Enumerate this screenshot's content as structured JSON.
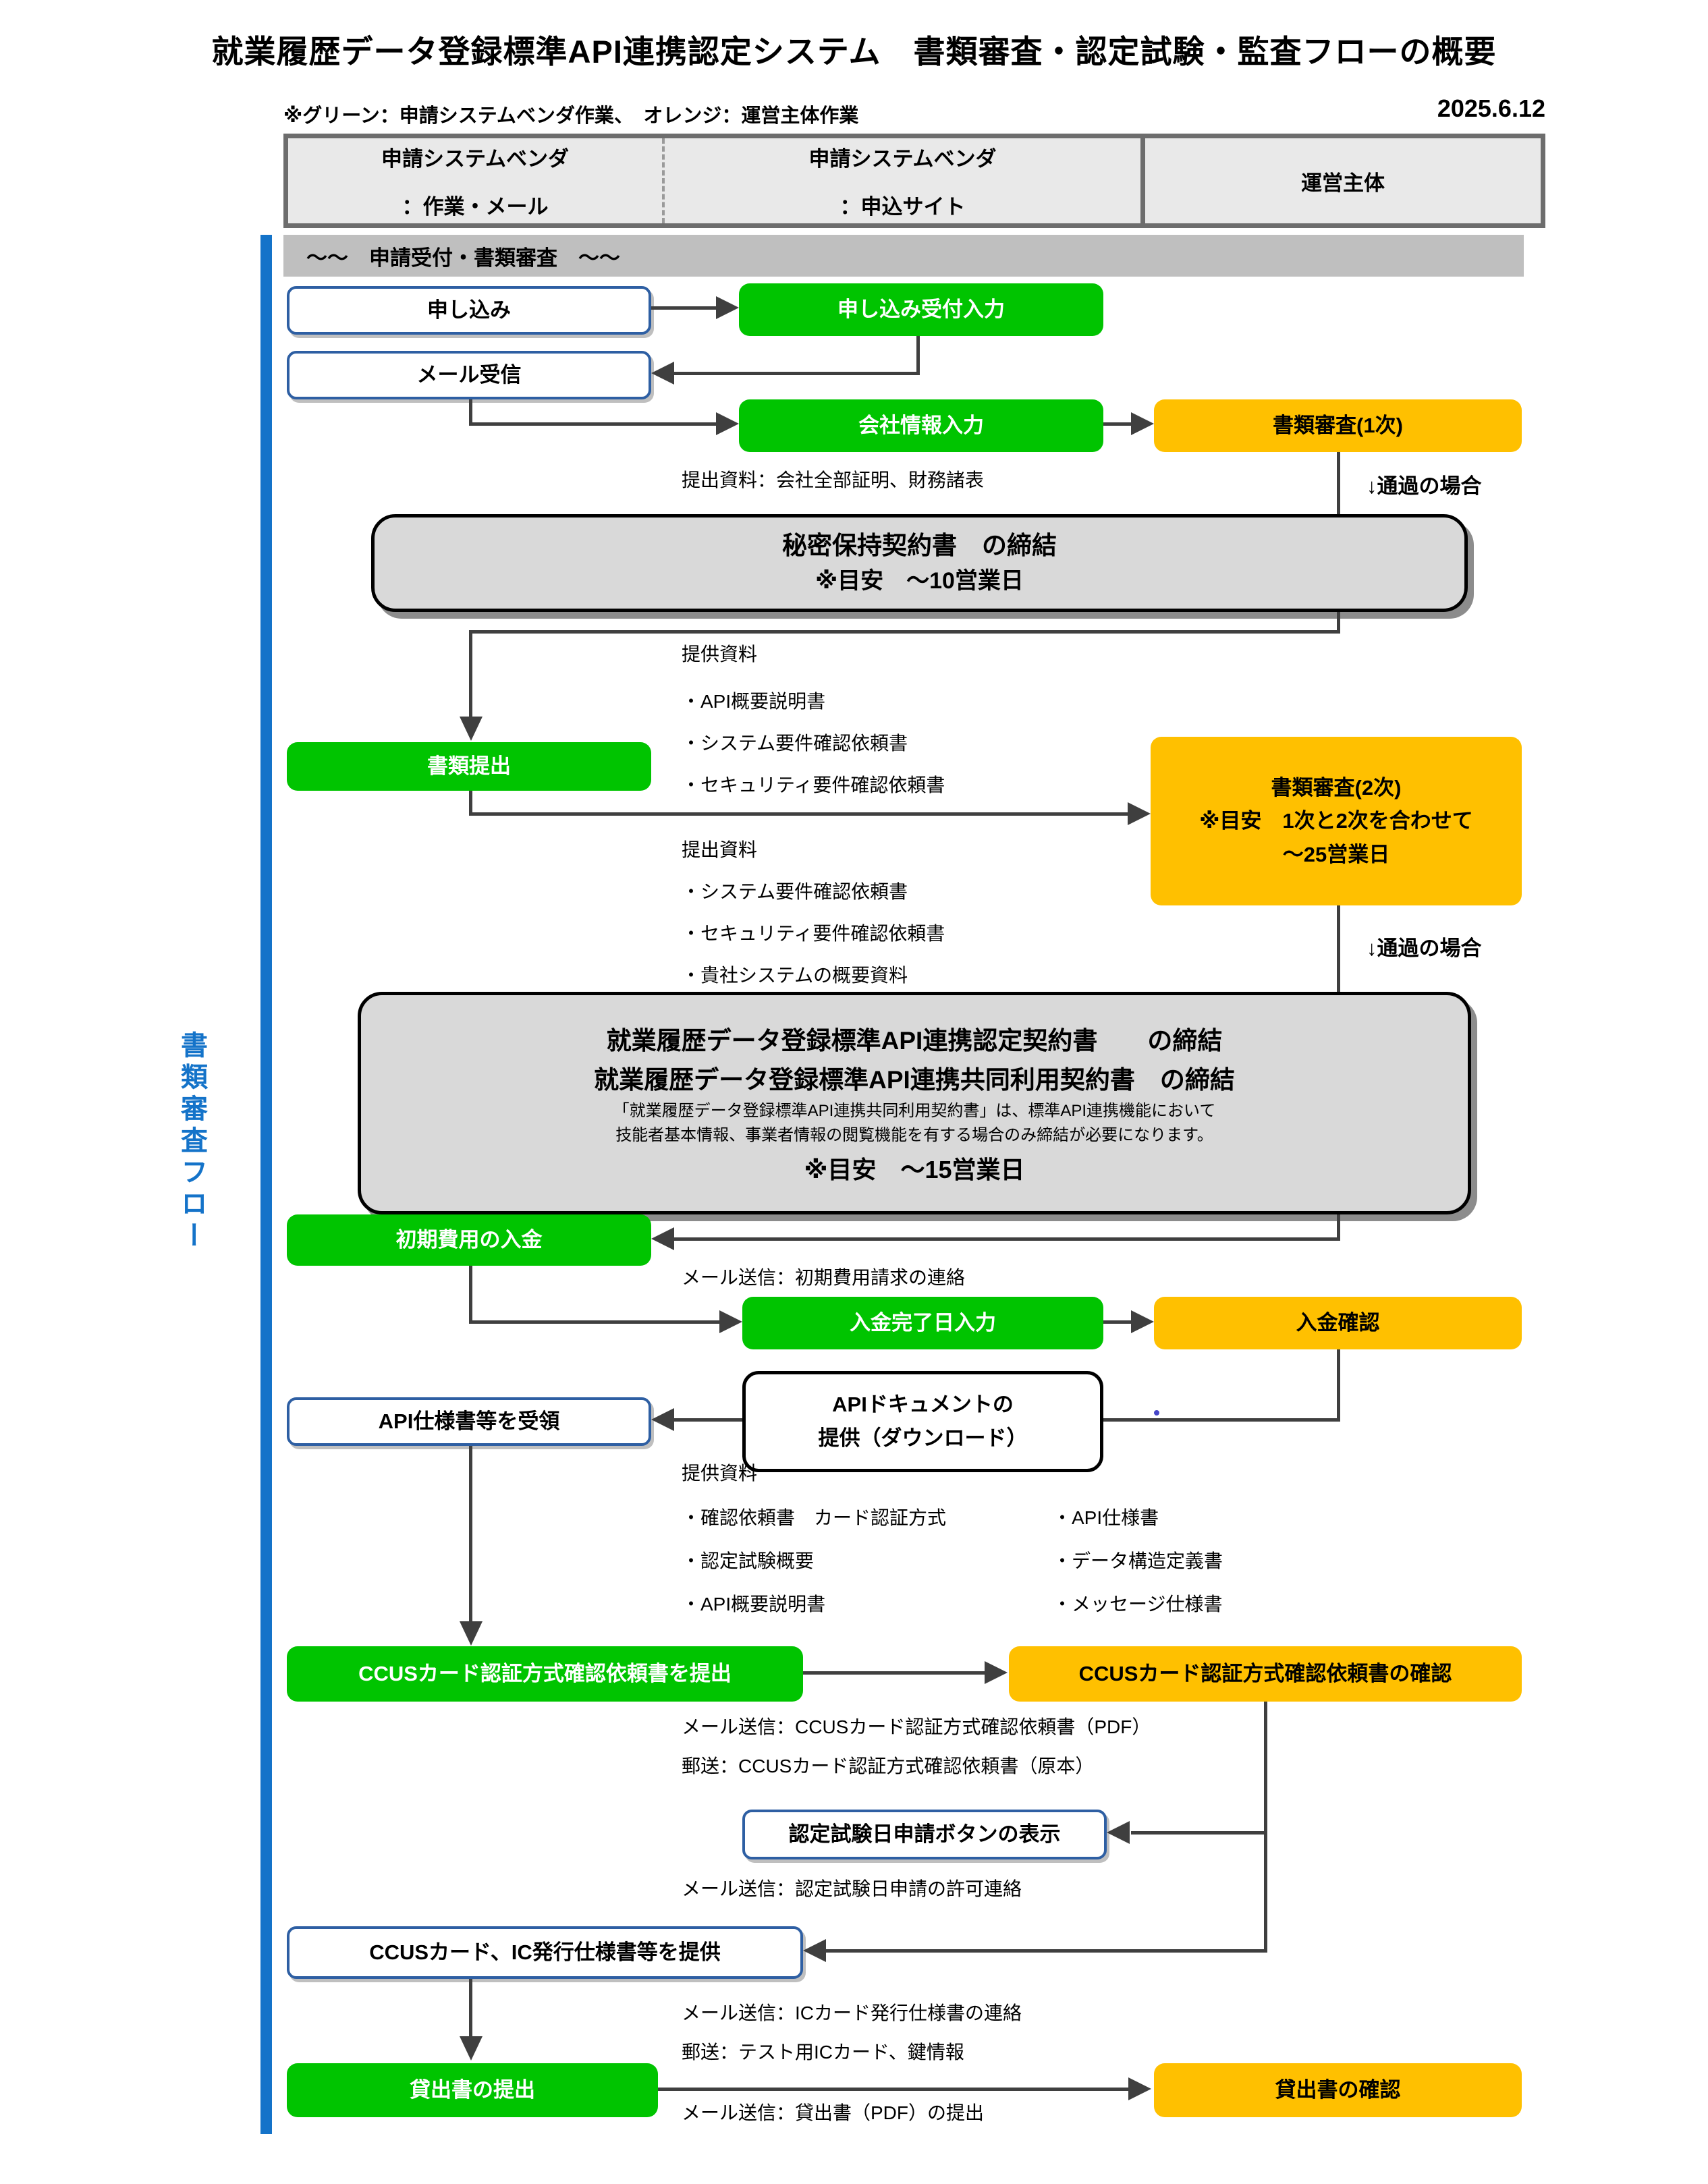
{
  "title": "就業履歴データ登録標準API連携認定システム　書類審査・認定試験・監査フローの概要",
  "legend": "※グリーン：申請システムベンダ作業、　オレンジ：運営主体作業",
  "date": "2025.6.12",
  "lanes": {
    "vendor_mail_line1": "申請システムベンダ",
    "vendor_mail_line2": "：作業・メール",
    "vendor_site_line1": "申請システムベンダ",
    "vendor_site_line2": "：申込サイト",
    "operator": "運営主体"
  },
  "section_banner": "～～　申請受付・書類審査　～～",
  "side_label": "書類審査フロー",
  "pass_label": "↓通過の場合",
  "boxes": {
    "apply": "申し込み",
    "apply_reception": "申し込み受付入力",
    "mail_receive": "メール受信",
    "company_info": "会社情報入力",
    "doc_review1": "書類審査(1次)",
    "nda_line1": "秘密保持契約書　の締結",
    "nda_line2": "※目安　～10営業日",
    "doc_submit": "書類提出",
    "doc_review2_line1": "書類審査(2次)",
    "doc_review2_line2": "※目安　1次と2次を合わせて",
    "doc_review2_line3": "～25営業日",
    "contract_line1": "就業履歴データ登録標準API連携認定契約書　　の締結",
    "contract_line2": "就業履歴データ登録標準API連携共同利用契約書　の締結",
    "contract_note1": "「就業履歴データ登録標準API連携共同利用契約書」は、標準API連携機能において",
    "contract_note2": "技能者基本情報、事業者情報の閲覧機能を有する場合のみ締結が必要になります。",
    "contract_line3": "※目安　～15営業日",
    "initial_payment": "初期費用の入金",
    "payment_date_input": "入金完了日入力",
    "payment_confirm": "入金確認",
    "api_doc_line1": "APIドキュメントの",
    "api_doc_line2": "提供（ダウンロード）",
    "api_spec_receive": "API仕様書等を受領",
    "ccus_submit": "CCUSカード認証方式確認依頼書を提出",
    "ccus_confirm": "CCUSカード認証方式確認依頼書の確認",
    "test_date_button": "認定試験日申請ボタンの表示",
    "ccus_ic_provide": "CCUSカード、IC発行仕様書等を提供",
    "loan_submit": "貸出書の提出",
    "loan_confirm": "貸出書の確認"
  },
  "notes": {
    "company_docs": "提出資料：会社全部証明、財務諸表",
    "provide1": {
      "title": "提供資料",
      "items": [
        "・API概要説明書",
        "・システム要件確認依頼書",
        "・セキュリティ要件確認依頼書"
      ]
    },
    "submit2": {
      "title": "提出資料",
      "items": [
        "・システム要件確認依頼書",
        "・セキュリティ要件確認依頼書",
        "・貴社システムの概要資料"
      ]
    },
    "mail_initial": "メール送信：初期費用請求の連絡",
    "provide3": {
      "title": "提供資料",
      "left_items": [
        "・確認依頼書　カード認証方式",
        "・認定試験概要",
        "・API概要説明書"
      ],
      "right_items": [
        "・API仕様書",
        "・データ構造定義書",
        "・メッセージ仕様書"
      ]
    },
    "mail_ccus_pdf": "メール送信：CCUSカード認証方式確認依頼書（PDF）",
    "post_ccus_original": "郵送：CCUSカード認証方式確認依頼書（原本）",
    "mail_test_permission": "メール送信：認定試験日申請の許可連絡",
    "mail_ic_spec": "メール送信：ICカード発行仕様書の連絡",
    "post_test_ic": "郵送：テスト用ICカード、鍵情報",
    "mail_loan_pdf": "メール送信：貸出書（PDF）の提出"
  },
  "colors": {
    "green": "#00C400",
    "orange": "#FFC000",
    "accent_blue": "#1473C9",
    "box_border_blue": "#2E5FA3",
    "gray_fill": "#D9D9D9",
    "banner_fill": "#BFBFBF",
    "lane_fill": "#E9E9E9",
    "lane_border": "#6D6D6D",
    "line": "#3F3F3F"
  }
}
